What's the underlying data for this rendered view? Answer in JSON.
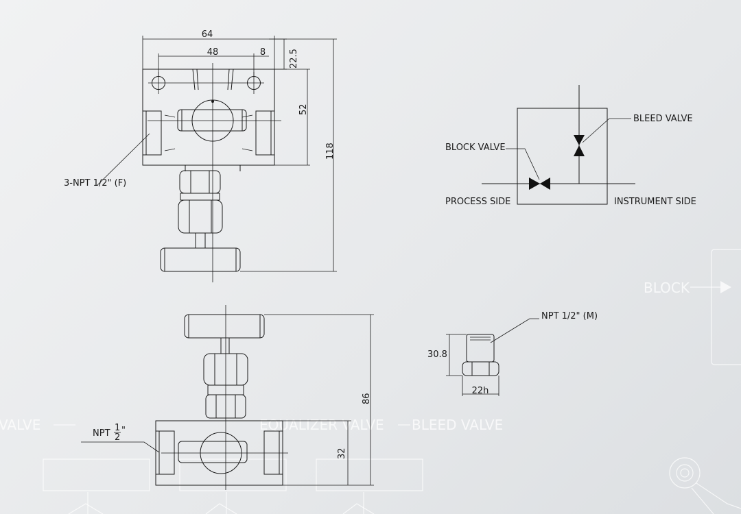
{
  "top_view": {
    "dim_overall_width": "64",
    "dim_hole_spacing": "48",
    "dim_edge_offset": "8",
    "dim_top_offset": "22.5",
    "dim_body_height": "52",
    "dim_total_height": "118",
    "port_callout": "3-NPT 1/2\" (F)"
  },
  "schematic": {
    "block_valve": "BLOCK VALVE",
    "bleed_valve": "BLEED VALVE",
    "process_side": "PROCESS SIDE",
    "instrument_side": "INSTRUMENT SIDE"
  },
  "front_view": {
    "dim_total_height": "86",
    "dim_body_height": "32",
    "port_callout_prefix": "NPT",
    "port_fraction_num": "1",
    "port_fraction_den": "2",
    "port_fraction_suffix": "\""
  },
  "fitting": {
    "callout": "NPT 1/2\" (M)",
    "dim_height": "30.8",
    "dim_hex": "22h"
  },
  "watermark": {
    "block": "BLOCK",
    "valve_left": "VALVE",
    "equalizer_valve": "EQUALIZER VALVE",
    "bleed_valve": "BLEED VALVE"
  },
  "colors": {
    "line": "#1a1a1a",
    "background": "#e6e8ea",
    "watermark": "#ffffff"
  }
}
